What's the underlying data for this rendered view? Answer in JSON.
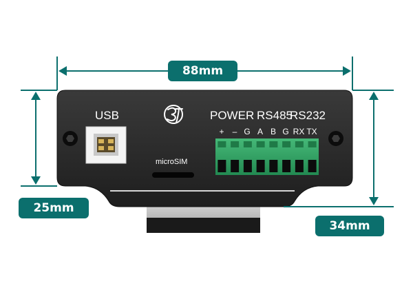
{
  "dimensions": {
    "width": "88mm",
    "height": "25mm",
    "depth": "34mm"
  },
  "panel": {
    "usb_label": "USB",
    "sim_label": "microSIM",
    "group_labels": [
      "POWER",
      "RS485",
      "RS232"
    ],
    "pin_labels": [
      "+",
      "–",
      "G",
      "A",
      "B",
      "G",
      "RX",
      "TX"
    ]
  },
  "colors": {
    "accent": "#0b6f6d",
    "panel": "#2a2a2a",
    "terminal": "#2f9e63"
  },
  "icons": [
    "logo-icon",
    "screw-left-icon",
    "screw-right-icon",
    "usb-b-port-icon",
    "sim-slot-icon"
  ]
}
